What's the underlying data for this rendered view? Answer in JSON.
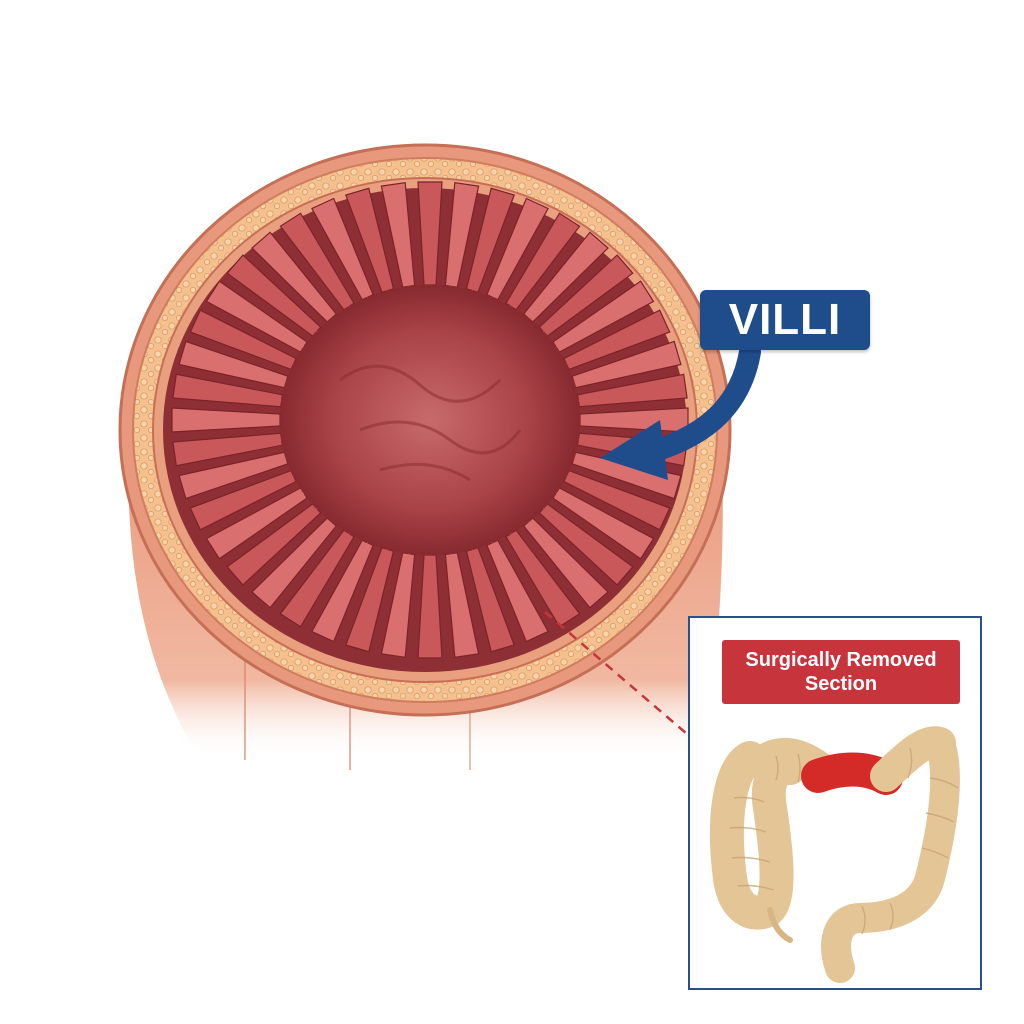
{
  "labels": {
    "villi": "VILLI",
    "inset_title": "Surgically Removed Section"
  },
  "colors": {
    "villi_label_bg": "#1f4d8c",
    "arrow_blue": "#1f4d8c",
    "removed_section": "#d42a28",
    "inset_label_bg": "#c8343c",
    "inset_border": "#2a4f8f",
    "colon": "#ead1a6",
    "mucosa": "#b34a4d",
    "submucosa": "#f0b58a",
    "outer_wall": "#e7957a"
  },
  "icons": [
    "curved-pointer-arrow",
    "dashed-connector-arrow"
  ]
}
